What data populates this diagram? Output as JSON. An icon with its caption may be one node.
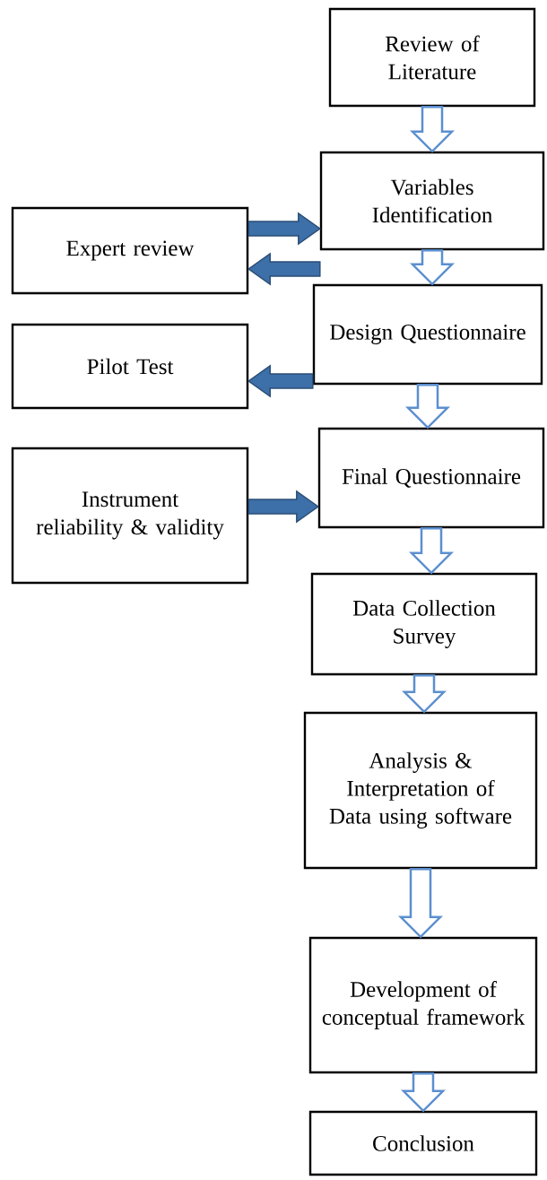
{
  "diagram": {
    "nodes": [
      {
        "text": [
          "Review of Literature"
        ]
      },
      {
        "text": [
          "Variables Identification"
        ]
      },
      {
        "text": [
          "Expert review"
        ]
      },
      {
        "text": [
          "Design Questionnaire"
        ]
      },
      {
        "text": [
          "Pilot Test"
        ]
      },
      {
        "text": [
          "Final Questionnaire"
        ]
      },
      {
        "text": [
          "Instrument reliability & validity"
        ]
      },
      {
        "text": [
          "Data Collection Survey"
        ]
      },
      {
        "text": [
          "Analysis & Interpretation of Data using software"
        ]
      },
      {
        "text": [
          "Development of conceptual framework"
        ]
      },
      {
        "text": [
          "Conclusion"
        ]
      }
    ],
    "edges": [
      {
        "from": 0,
        "to": 1,
        "arrow": "to"
      },
      {
        "from": 2,
        "to": 1,
        "arrow": "to",
        "style": "thick",
        "color": "#3d6fa8"
      },
      {
        "from": 1,
        "to": 2,
        "arrow": "to",
        "style": "thick",
        "color": "#3d6fa8"
      },
      {
        "from": 1,
        "to": 3,
        "arrow": "to"
      },
      {
        "from": 3,
        "to": 4,
        "arrow": "to",
        "style": "thick",
        "color": "#3d6fa8"
      },
      {
        "from": 3,
        "to": 5,
        "arrow": "to"
      },
      {
        "from": 6,
        "to": 5,
        "arrow": "to",
        "style": "thick",
        "color": "#3d6fa8"
      },
      {
        "from": 5,
        "to": 7,
        "arrow": "to"
      },
      {
        "from": 7,
        "to": 8,
        "arrow": "to"
      },
      {
        "from": 8,
        "to": 9,
        "arrow": "to"
      },
      {
        "from": 9,
        "to": 10,
        "arrow": "to"
      }
    ]
  }
}
